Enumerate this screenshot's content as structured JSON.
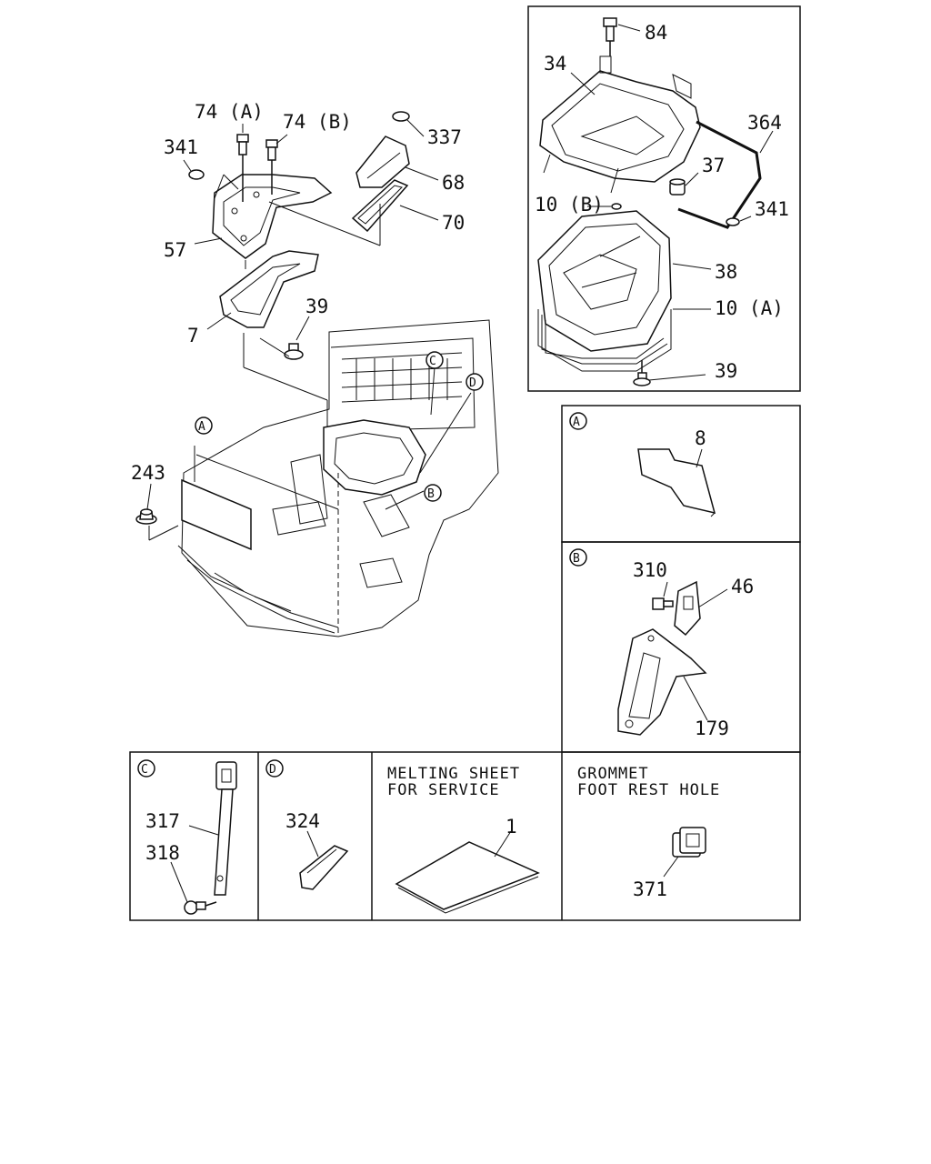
{
  "labels": {
    "p84": "84",
    "p34": "34",
    "p364": "364",
    "p37": "37",
    "p10b": "10 (B)",
    "p341a": "341",
    "p38": "38",
    "p10a": "10 (A)",
    "p39a": "39",
    "p74a": "74 (A)",
    "p74b": "74 (B)",
    "p341b": "341",
    "p337": "337",
    "p68": "68",
    "p70": "70",
    "p57": "57",
    "p7": "7",
    "p39b": "39",
    "p243": "243",
    "p8": "8",
    "p310": "310",
    "p46": "46",
    "p179": "179",
    "p317": "317",
    "p318": "318",
    "p324": "324",
    "p1": "1",
    "p371": "371"
  },
  "callouts": {
    "A": "A",
    "B": "B",
    "C": "C",
    "D": "D"
  },
  "captions": {
    "melting_line1": "MELTING SHEET",
    "melting_line2": "FOR SERVICE",
    "grommet_line1": "GROMMET",
    "grommet_line2": "FOOT REST HOLE"
  }
}
